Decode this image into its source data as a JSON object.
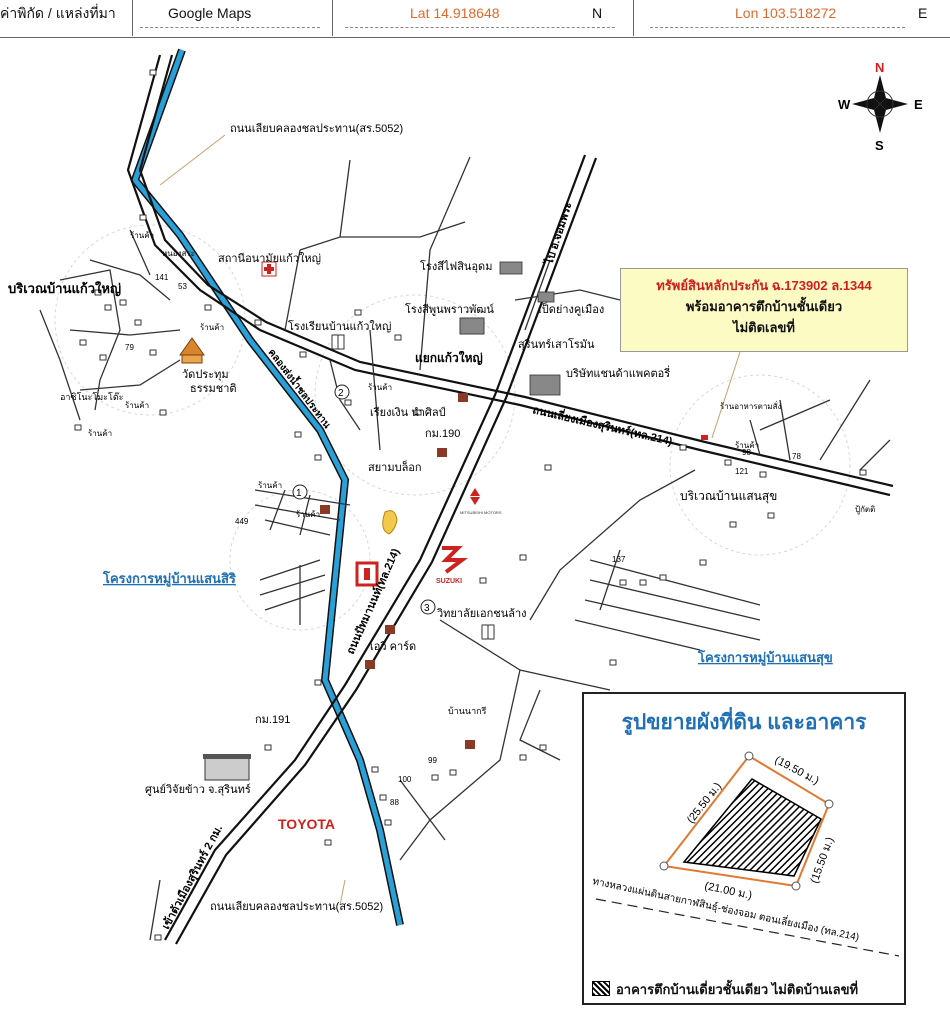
{
  "header": {
    "source_label": "ค่าพิกัด / แหล่งที่มา",
    "source_value": "Google Maps",
    "lat": "Lat  14.918648",
    "lat_dir": "N",
    "lon": "Lon  103.518272",
    "lon_dir": "E"
  },
  "compass": {
    "n": "N",
    "s": "S",
    "e": "E",
    "w": "W"
  },
  "callout": {
    "line1": "ทรัพย์สินหลักประกัน ฉ.173902 ล.1344",
    "line2": "พร้อมอาคารตึกบ้านชั้นเดียว",
    "line3": "ไม่ติดเลขที่"
  },
  "roads": {
    "canal_road_top": "ถนนเลียบคลองชลประทาน(สร.5052)",
    "canal_road_bottom": "ถนนเลียบคลองชลประทาน(สร.5052)",
    "road_214": "ถนนปัทมานนท์(ทล.214)",
    "road_to_chom_phra": "ไป อ.จอมพระ",
    "bypass": "ถนนเลี่ยงเมืองสุรินทร์(ทล.214)",
    "to_surin": "เข้าตัวเมืองสุรินทร์ 2 กม.",
    "canal_label": "คลองส่งน้ำชลประทาน"
  },
  "places": {
    "ban_kaeo_yai_area": "บริเวณบ้านแก้วใหญ่",
    "health_station": "สถานีอนามัยแก้วใหญ่",
    "school": "โรงเรียนบ้านแก้วใหญ่",
    "yaek_kaeo_yai": "แยกแก้วใหญ่",
    "wat": "วัดประทุม",
    "wat2": "ธรรมชาติ",
    "rice_mill": "โรงสีไฟสินอุดม",
    "rice_mill2": "โรงสีพูนพราวพัฒน์",
    "duck_farm": "เป็ดย่างคูเมือง",
    "surin_saoroman": "สุรินทร์เสาโรมัน",
    "factory": "บริษัทแชนด้าแพคตอรี่",
    "riangngoen": "เรียงเงิน นำศิลป์",
    "km190": "กม.190",
    "siam_block": "สยามบล็อก",
    "ban_saen_suk_area": "บริเวณบ้านแสนสุข",
    "village_saen_siri": "โครงการหมู่บ้านแสนสิริ",
    "village_saen_suk": "โครงการหมู่บ้านแสนสุข",
    "tech_college": "วิทยาลัยเอกชนล้าง",
    "av_car": "เอวี คาร์ด",
    "km191": "กม.191",
    "rice_center": "ศูนย์วิจัยข้าว จ.สุรินทร์",
    "toyota": "TOYOTA",
    "suzuki": "SUZUKI",
    "mitsubishi": "MITSUBISHI MOTORS",
    "ban_na_kruan": "บ้านนากรี",
    "food_shop": "ร้านอาหารตามสั่ง",
    "rak_sama": "ปู้กัตติ",
    "shop": "ร้านค้า",
    "anamai": "อาซิโนะโมะโต๊ะ",
    "nong_sa": "หนองสระ",
    "n141": "141",
    "n53": "53",
    "n79": "79",
    "n449": "449",
    "n98": "98",
    "n121": "121",
    "n78": "78",
    "n99": "99",
    "n100": "100",
    "n88": "88",
    "n137": "137",
    "c1": "1",
    "c2": "2",
    "c3": "3"
  },
  "inset": {
    "title": "รูปขยายผังที่ดิน และอาคาร",
    "dim_top": "(19.50 ม.)",
    "dim_left": "(25.50 ม.)",
    "dim_right": "(15.50 ม.)",
    "dim_bottom": "(21.00 ม.)",
    "road_label": "ทางหลวงแผ่นดินสายกาฬสินธุ์-ช่องจอม ตอนเลี่ยงเมือง (ทล.214)",
    "legend": "อาคารตึกบ้านเดี่ยวชั้นเดียว ไม่ติดบ้านเลขที่"
  }
}
